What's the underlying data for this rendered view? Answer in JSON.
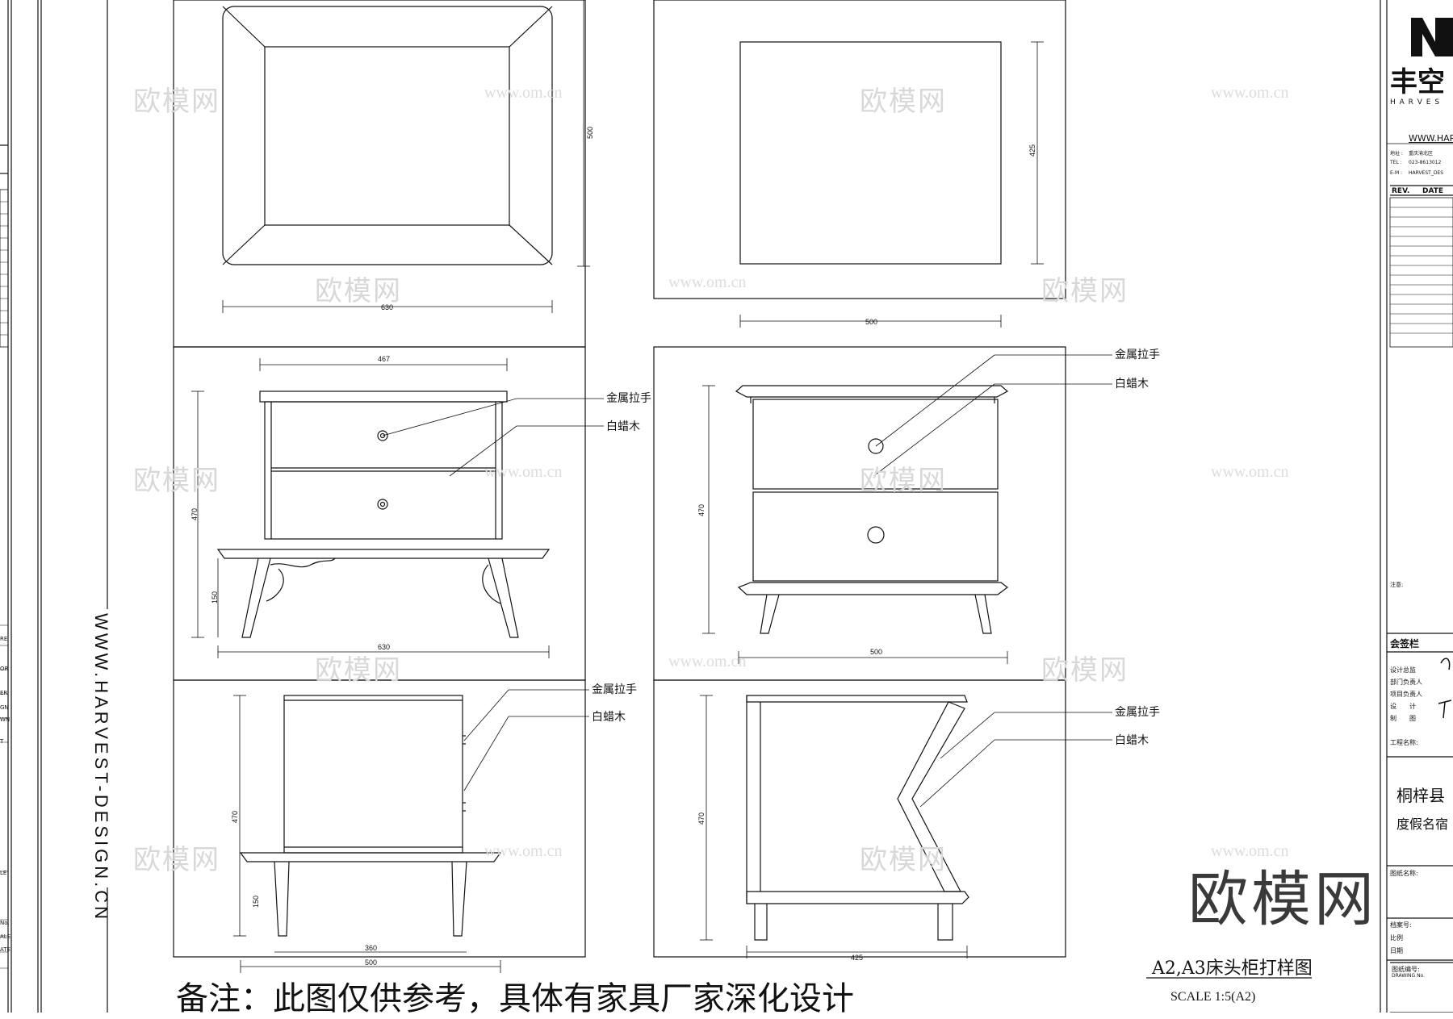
{
  "views": {
    "top1": {
      "width": "630",
      "depth": "500"
    },
    "top2": {
      "width": "500",
      "depth": "425"
    },
    "front1": {
      "top_width": "467",
      "height": "470",
      "leg_height": "150",
      "base_width": "630"
    },
    "front2": {
      "height": "470",
      "base_width": "500"
    },
    "side1": {
      "height": "470",
      "leg_height": "150",
      "inner": "360",
      "base": "500"
    },
    "side2": {
      "height": "470",
      "base": "425"
    }
  },
  "labels": {
    "metal_handle": "金属拉手",
    "white_ash": "白蜡木"
  },
  "drawing_title": "A2,A3床头柜打样图",
  "scale_text": "SCALE   1:5(A2)",
  "note": "备注：此图仅供参考，具体有家具厂家深化设计",
  "vertical_url": "WWW.HARVEST-DESIGN.CN",
  "watermarks": {
    "brand": "欧模网",
    "url": "www.om.cn",
    "big": "欧模网"
  },
  "title_block": {
    "logo_text": "丰空",
    "logo_sub": "H A R V E S",
    "website": "WWW.HAR",
    "addr_label": "地址 :",
    "tel_label": "TEL :",
    "email_label": "E-M :",
    "addr": "重庆渝北区",
    "tel": "023-8613012",
    "email": "HARVEST_DES",
    "rev": "REV.",
    "date": "DATE",
    "notes_label": "注意:",
    "sign_title": "会签栏",
    "sign_rows": [
      "设计总监",
      "部门负责人",
      "项目负责人",
      "设　　计",
      "制　　图"
    ],
    "project_label": "工程名称:",
    "project_line1": "桐梓县",
    "project_line2": "度假名宿",
    "drawing_name_label": "图纸名称:",
    "file_no": "档案号:",
    "ratio": "比例",
    "date_cn": "日期",
    "drawing_no": "图纸编号:",
    "drawing_no_en": "DRAWING No."
  },
  "left_strip": {
    "items": [
      "RE",
      "OR",
      "ER",
      "GN",
      "WN",
      "T",
      "LE",
      "No.",
      "ALE",
      "ATE"
    ]
  }
}
